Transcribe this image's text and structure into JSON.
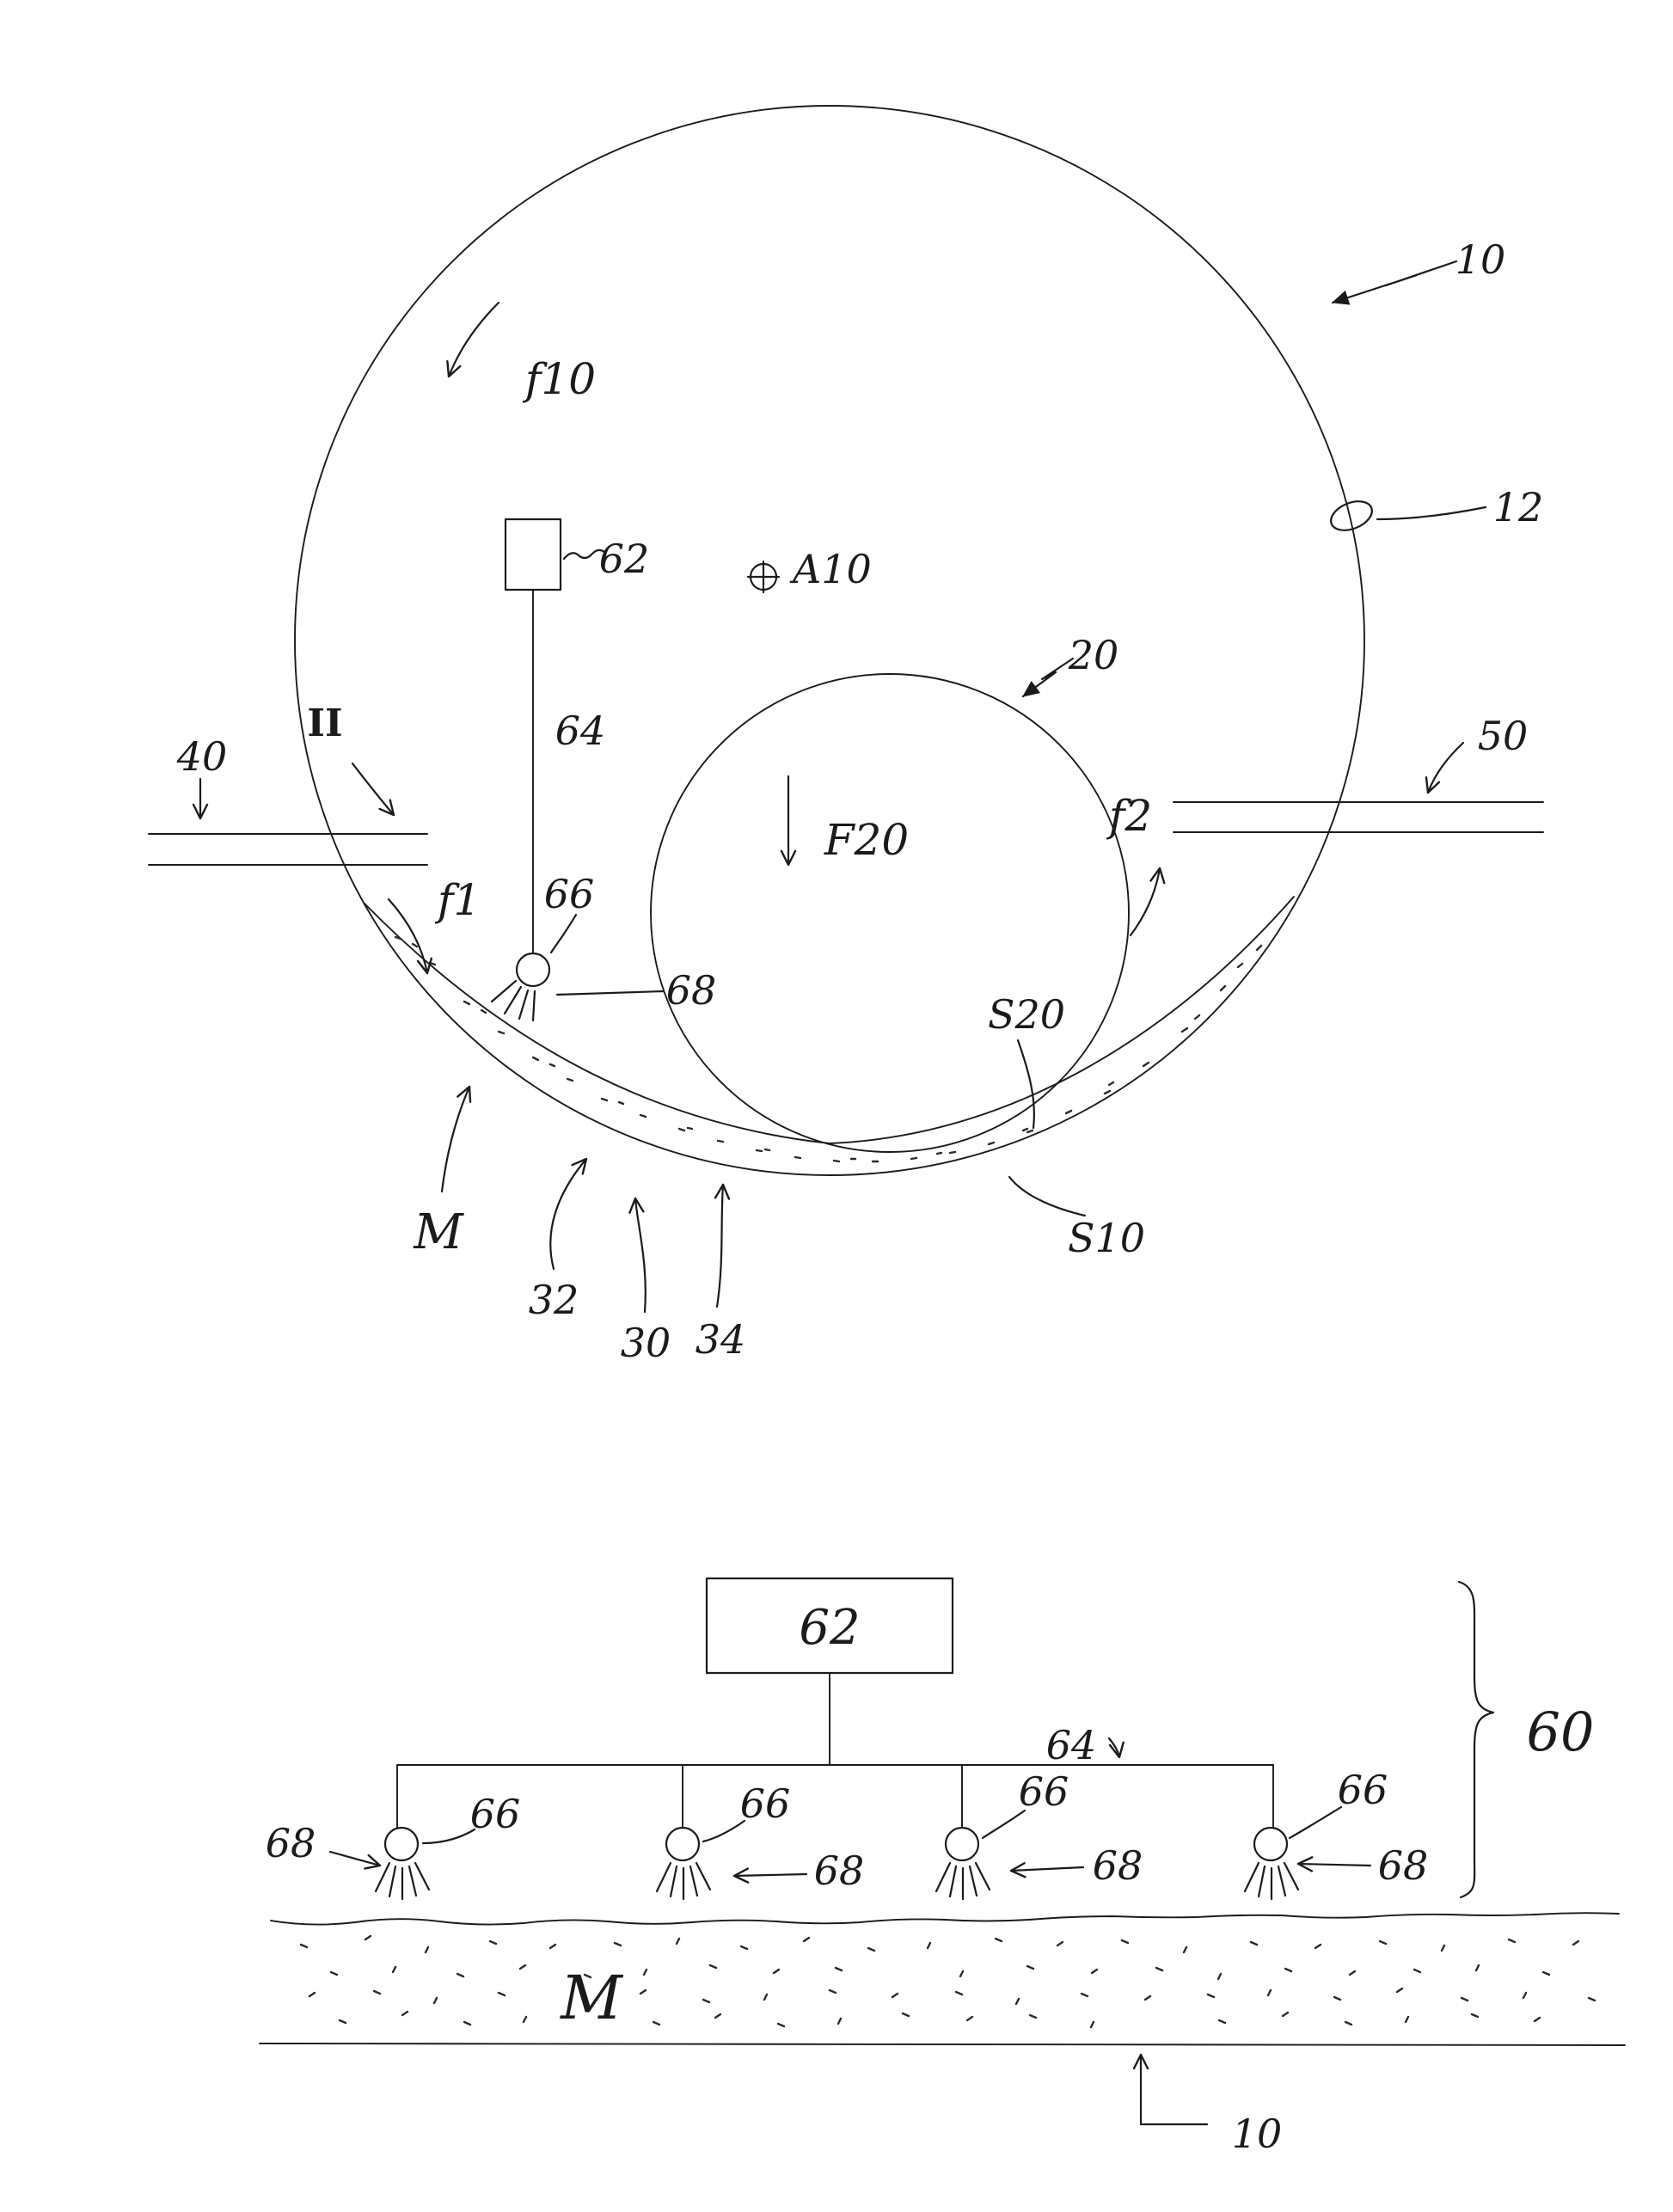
{
  "page": {
    "background": "#ffffff",
    "ink": "#1b1b1b"
  },
  "figure_top": {
    "labels": {
      "f10": "f10",
      "ref10": "10",
      "ref12": "12",
      "ref20": "20",
      "a10": "A10",
      "f20": "F20",
      "section": "II",
      "ref40": "40",
      "ref50": "50",
      "f1": "f1",
      "f2": "f2",
      "ref62": "62",
      "ref64": "64",
      "ref66": "66",
      "ref68": "68",
      "m": "M",
      "ref32": "32",
      "ref30": "30",
      "ref34": "34",
      "s20": "S20",
      "s10": "S10"
    }
  },
  "figure_bottom": {
    "labels": {
      "ref62": "62",
      "ref64": "64",
      "ref60": "60",
      "m": "M",
      "ref10": "10",
      "nozzles": [
        "66",
        "66",
        "66",
        "66"
      ],
      "sprays": [
        "68",
        "68",
        "68",
        "68"
      ]
    }
  }
}
